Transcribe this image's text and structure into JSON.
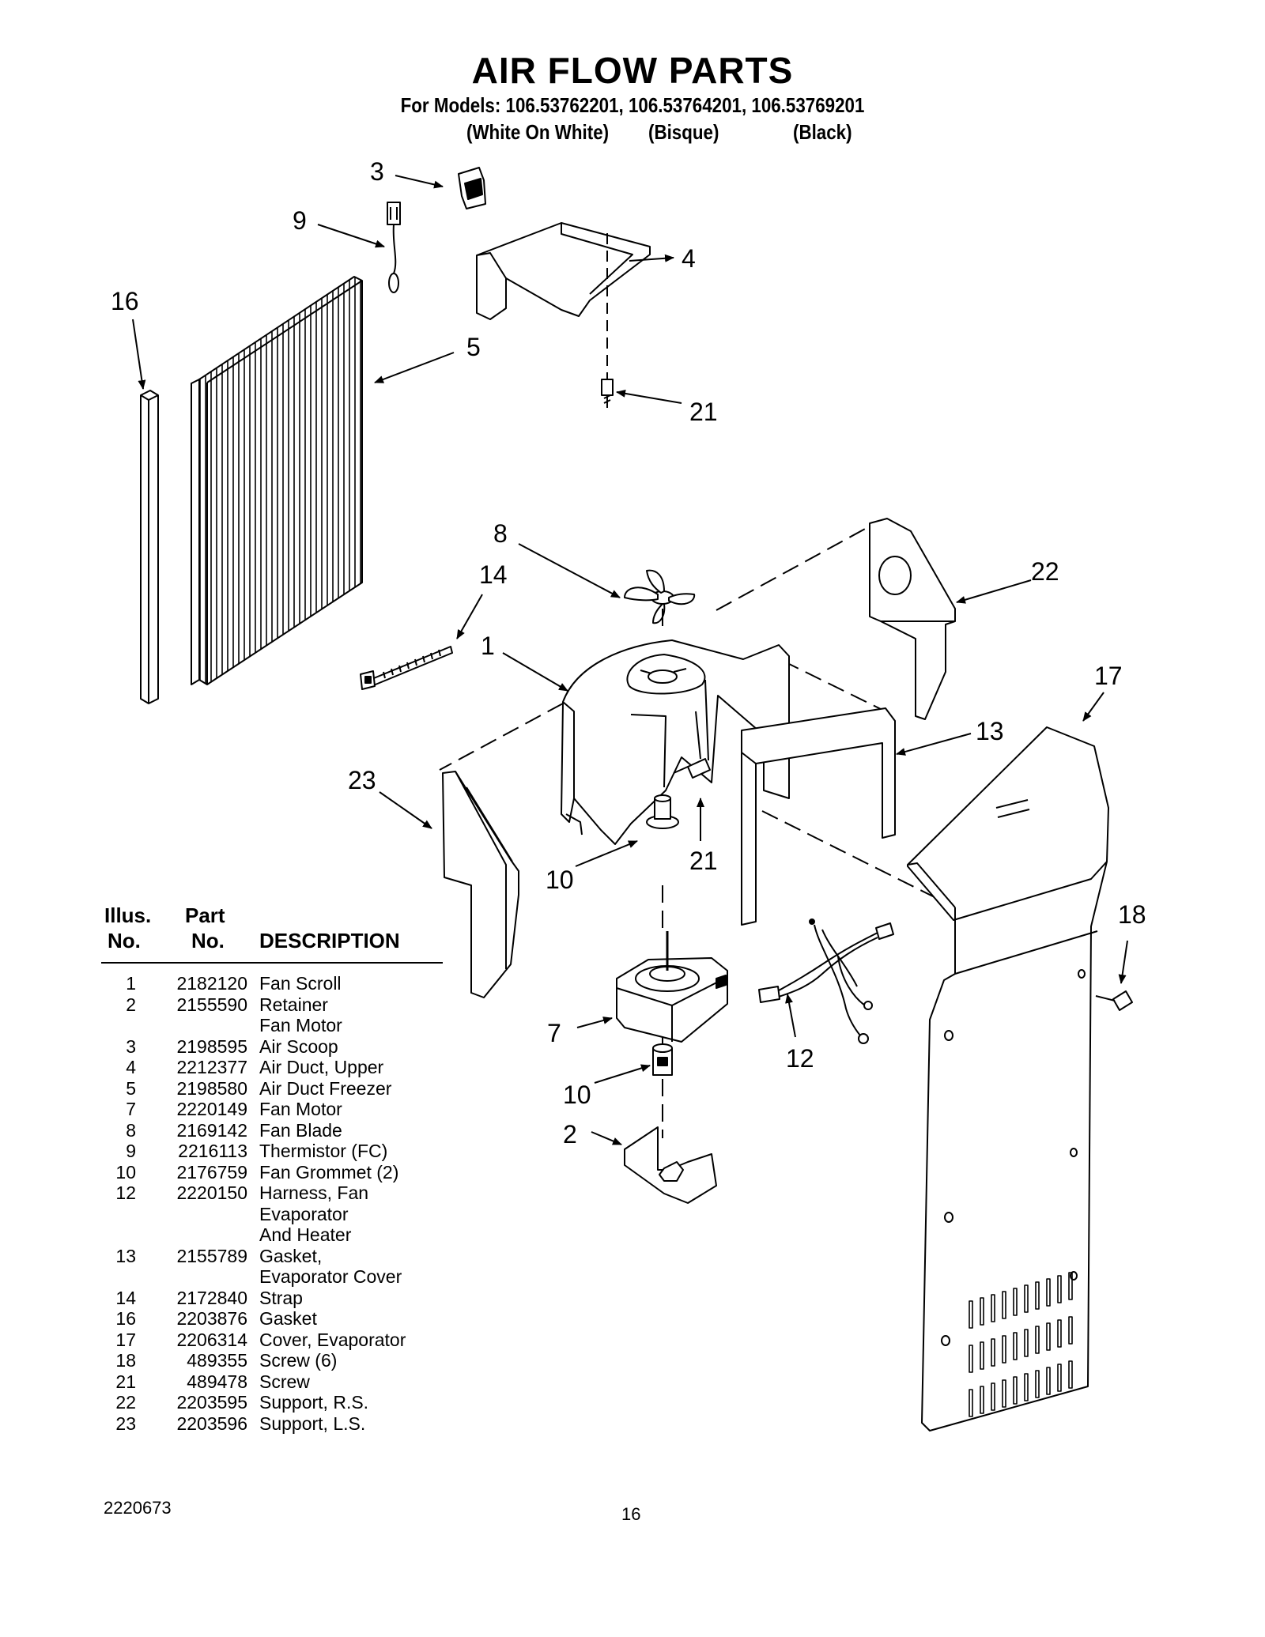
{
  "header": {
    "title": "AIR FLOW PARTS",
    "models": "For Models: 106.53762201, 106.53764201, 106.53769201",
    "variant_1": "(White On White)",
    "variant_2": "(Bisque)",
    "variant_3": "(Black)"
  },
  "callouts": {
    "c3": "3",
    "c9": "9",
    "c4": "4",
    "c16": "16",
    "c5": "5",
    "c21a": "21",
    "c8": "8",
    "c14": "14",
    "c22": "22",
    "c1": "1",
    "c17": "17",
    "c13": "13",
    "c23": "23",
    "c21b": "21",
    "c10a": "10",
    "c18": "18",
    "c7": "7",
    "c12": "12",
    "c10b": "10",
    "c2": "2"
  },
  "legend": {
    "col1_line1": "Illus.",
    "col1_line2": "No.",
    "col2_line1": "Part",
    "col2_line2": "No.",
    "col3": "DESCRIPTION",
    "rows": [
      {
        "no": "1",
        "part": "2182120",
        "desc": [
          "Fan Scroll"
        ]
      },
      {
        "no": "2",
        "part": "2155590",
        "desc": [
          "Retainer",
          "Fan Motor"
        ]
      },
      {
        "no": "3",
        "part": "2198595",
        "desc": [
          "Air Scoop"
        ]
      },
      {
        "no": "4",
        "part": "2212377",
        "desc": [
          "Air Duct, Upper"
        ]
      },
      {
        "no": "5",
        "part": "2198580",
        "desc": [
          "Air Duct Freezer"
        ]
      },
      {
        "no": "7",
        "part": "2220149",
        "desc": [
          "Fan Motor"
        ]
      },
      {
        "no": "8",
        "part": "2169142",
        "desc": [
          "Fan Blade"
        ]
      },
      {
        "no": "9",
        "part": "2216113",
        "desc": [
          "Thermistor (FC)"
        ]
      },
      {
        "no": "10",
        "part": "2176759",
        "desc": [
          "Fan Grommet (2)"
        ]
      },
      {
        "no": "12",
        "part": "2220150",
        "desc": [
          "Harness, Fan",
          "Evaporator",
          "And Heater"
        ]
      },
      {
        "no": "13",
        "part": "2155789",
        "desc": [
          "Gasket,",
          "Evaporator Cover"
        ]
      },
      {
        "no": "14",
        "part": "2172840",
        "desc": [
          "Strap"
        ]
      },
      {
        "no": "16",
        "part": "2203876",
        "desc": [
          "Gasket"
        ]
      },
      {
        "no": "17",
        "part": "2206314",
        "desc": [
          "Cover, Evaporator"
        ]
      },
      {
        "no": "18",
        "part": "489355",
        "desc": [
          "Screw (6)"
        ]
      },
      {
        "no": "21",
        "part": "489478",
        "desc": [
          "Screw"
        ]
      },
      {
        "no": "22",
        "part": "2203595",
        "desc": [
          "Support, R.S."
        ]
      },
      {
        "no": "23",
        "part": "2203596",
        "desc": [
          "Support, L.S."
        ]
      }
    ]
  },
  "footer": {
    "doc_number": "2220673",
    "page_number": "16"
  }
}
